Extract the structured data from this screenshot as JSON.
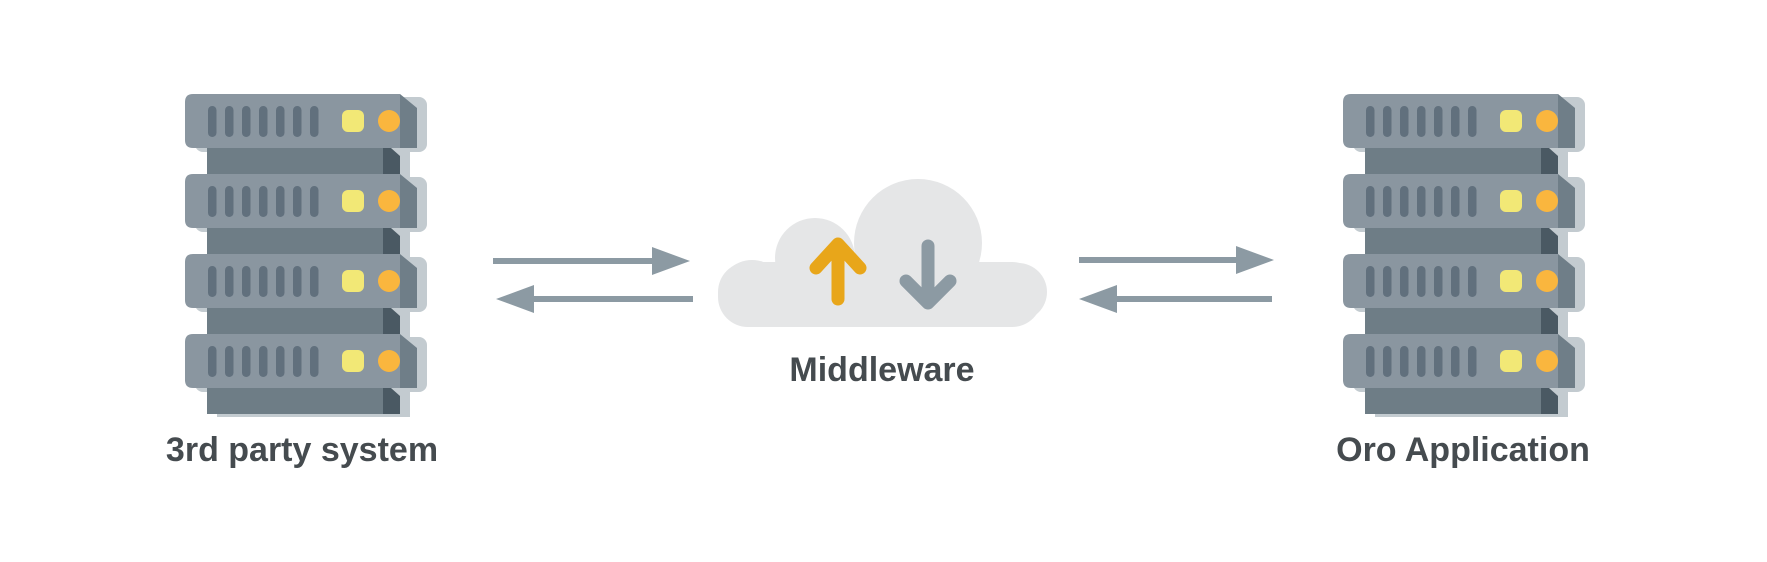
{
  "diagram": {
    "left_system": {
      "label": "3rd party system"
    },
    "middleware": {
      "label": "Middleware"
    },
    "right_system": {
      "label": "Oro Application"
    }
  },
  "icons": [
    "server-stack-icon-left",
    "sync-arrows-left",
    "middleware-cloud-icon",
    "upload-arrow-icon",
    "download-arrow-icon",
    "sync-arrows-right",
    "server-stack-icon-right"
  ],
  "colors": {
    "background": "#ffffff",
    "server-panel": "#8A96A0",
    "server-slot": "#61707D",
    "server-bevel": "#6F7E88",
    "server-band": "#6E7D86",
    "server-band-dark": "#4A5963",
    "server-shadow": "#C3CBD0",
    "led-square": "#F2E876",
    "led-circle": "#FAB63E",
    "cloud": "#E5E6E7",
    "arrow": "#8C9AA3",
    "upload-arrow": "#E8A61A",
    "download-arrow": "#8C9AA3",
    "text": "#454B4F"
  }
}
